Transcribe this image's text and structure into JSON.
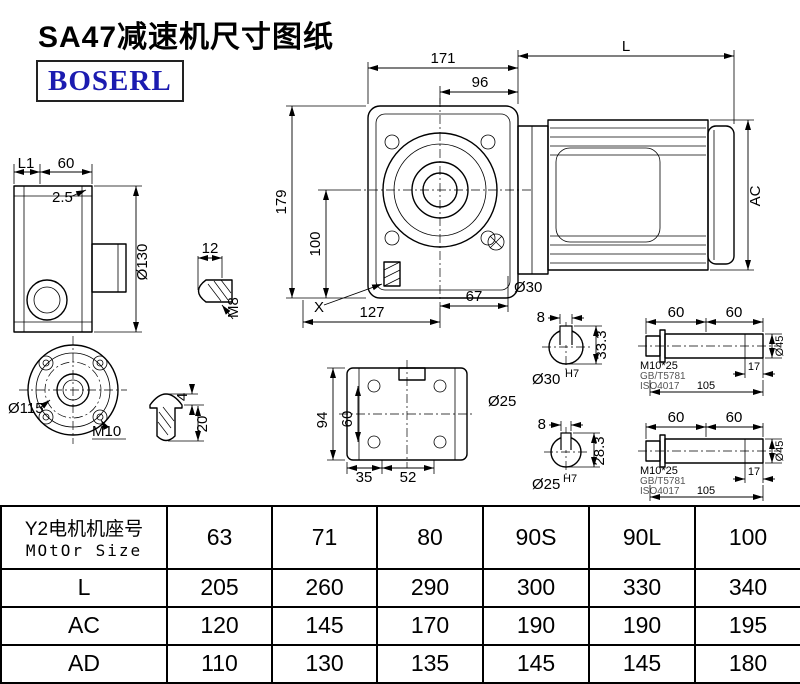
{
  "page": {
    "title": "SA47减速机尺寸图纸",
    "logo": "BOSERL"
  },
  "front_view": {
    "d171": "171",
    "motor_len": "L",
    "d96": "96",
    "d179": "179",
    "d100": "100",
    "d67": "67",
    "d127": "127",
    "x_mark": "X",
    "ac": "AC"
  },
  "side_view": {
    "l1": "L1",
    "d60": "60",
    "d2_5": "2.5",
    "dia130": "Ø130"
  },
  "flange_view": {
    "dia115": "Ø115",
    "m10": "M10"
  },
  "key_detail": {
    "d12": "12",
    "m8": "M8"
  },
  "plug_detail": {
    "d4": "4",
    "d20": "20"
  },
  "bottom_view": {
    "d94": "94",
    "d60": "60",
    "d35": "35",
    "d52": "52"
  },
  "shaft_sections": [
    {
      "label_dia": "Ø30",
      "bore": "Ø30",
      "tol": "H7",
      "key_w": "8",
      "key_depth": "33.3",
      "d60a": "60",
      "d60b": "60",
      "d17": "17",
      "d105": "105",
      "dia45": "Ø45",
      "bolt": "M10*25",
      "std1": "GB/T5781",
      "std2": "ISO4017"
    },
    {
      "label_dia": "Ø25",
      "bore": "Ø25",
      "tol": "H7",
      "key_w": "8",
      "key_depth": "28.3",
      "d60a": "60",
      "d60b": "60",
      "d17": "17",
      "d105": "105",
      "dia45": "Ø45",
      "bolt": "M10*25",
      "std1": "GB/T5781",
      "std2": "ISO4017"
    }
  ],
  "table": {
    "row_header": {
      "line1": "Y2电机机座号",
      "line2": "MOtOr Size"
    },
    "motor_sizes": [
      "63",
      "71",
      "80",
      "90S",
      "90L",
      "100"
    ],
    "rows": [
      {
        "label": "L",
        "values": [
          "205",
          "260",
          "290",
          "300",
          "330",
          "340"
        ]
      },
      {
        "label": "AC",
        "values": [
          "120",
          "145",
          "170",
          "190",
          "190",
          "195"
        ]
      },
      {
        "label": "AD",
        "values": [
          "110",
          "130",
          "135",
          "145",
          "145",
          "180"
        ]
      }
    ]
  },
  "colors": {
    "line": "#000000",
    "logo_text": "#1b1bb0",
    "secondary_text": "#555555"
  }
}
